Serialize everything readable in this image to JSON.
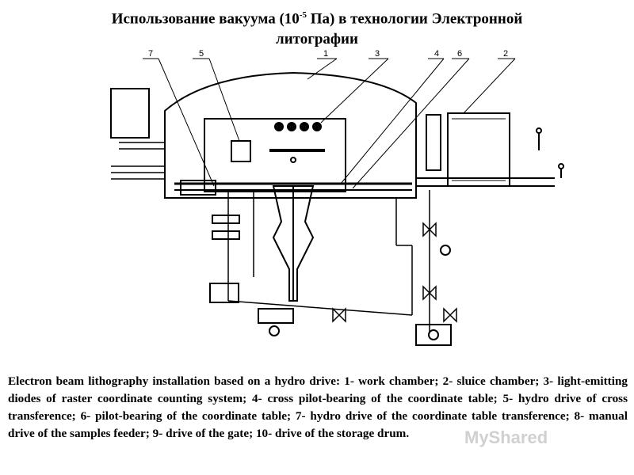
{
  "title": {
    "prefix": "Использование вакуума (10",
    "exponent": "-5",
    "suffix": " Па) в  технологии Электронной",
    "line2": "литографии"
  },
  "callouts": [
    "7",
    "5",
    "1",
    "3",
    "4",
    "6",
    "2"
  ],
  "caption": "Electron beam lithography installation based on a hydro drive: 1- work chamber; 2- sluice chamber; 3- light-emitting diodes of raster coordinate counting system; 4- cross pilot-bearing of the coordinate table; 5- hydro drive of cross transference; 6- pilot-bearing of the coordinate table; 7- hydro drive of the coordinate table transference; 8- manual drive of the samples feeder; 9- drive of the gate; 10- drive of the storage drum.",
  "watermark": "MyShared"
}
